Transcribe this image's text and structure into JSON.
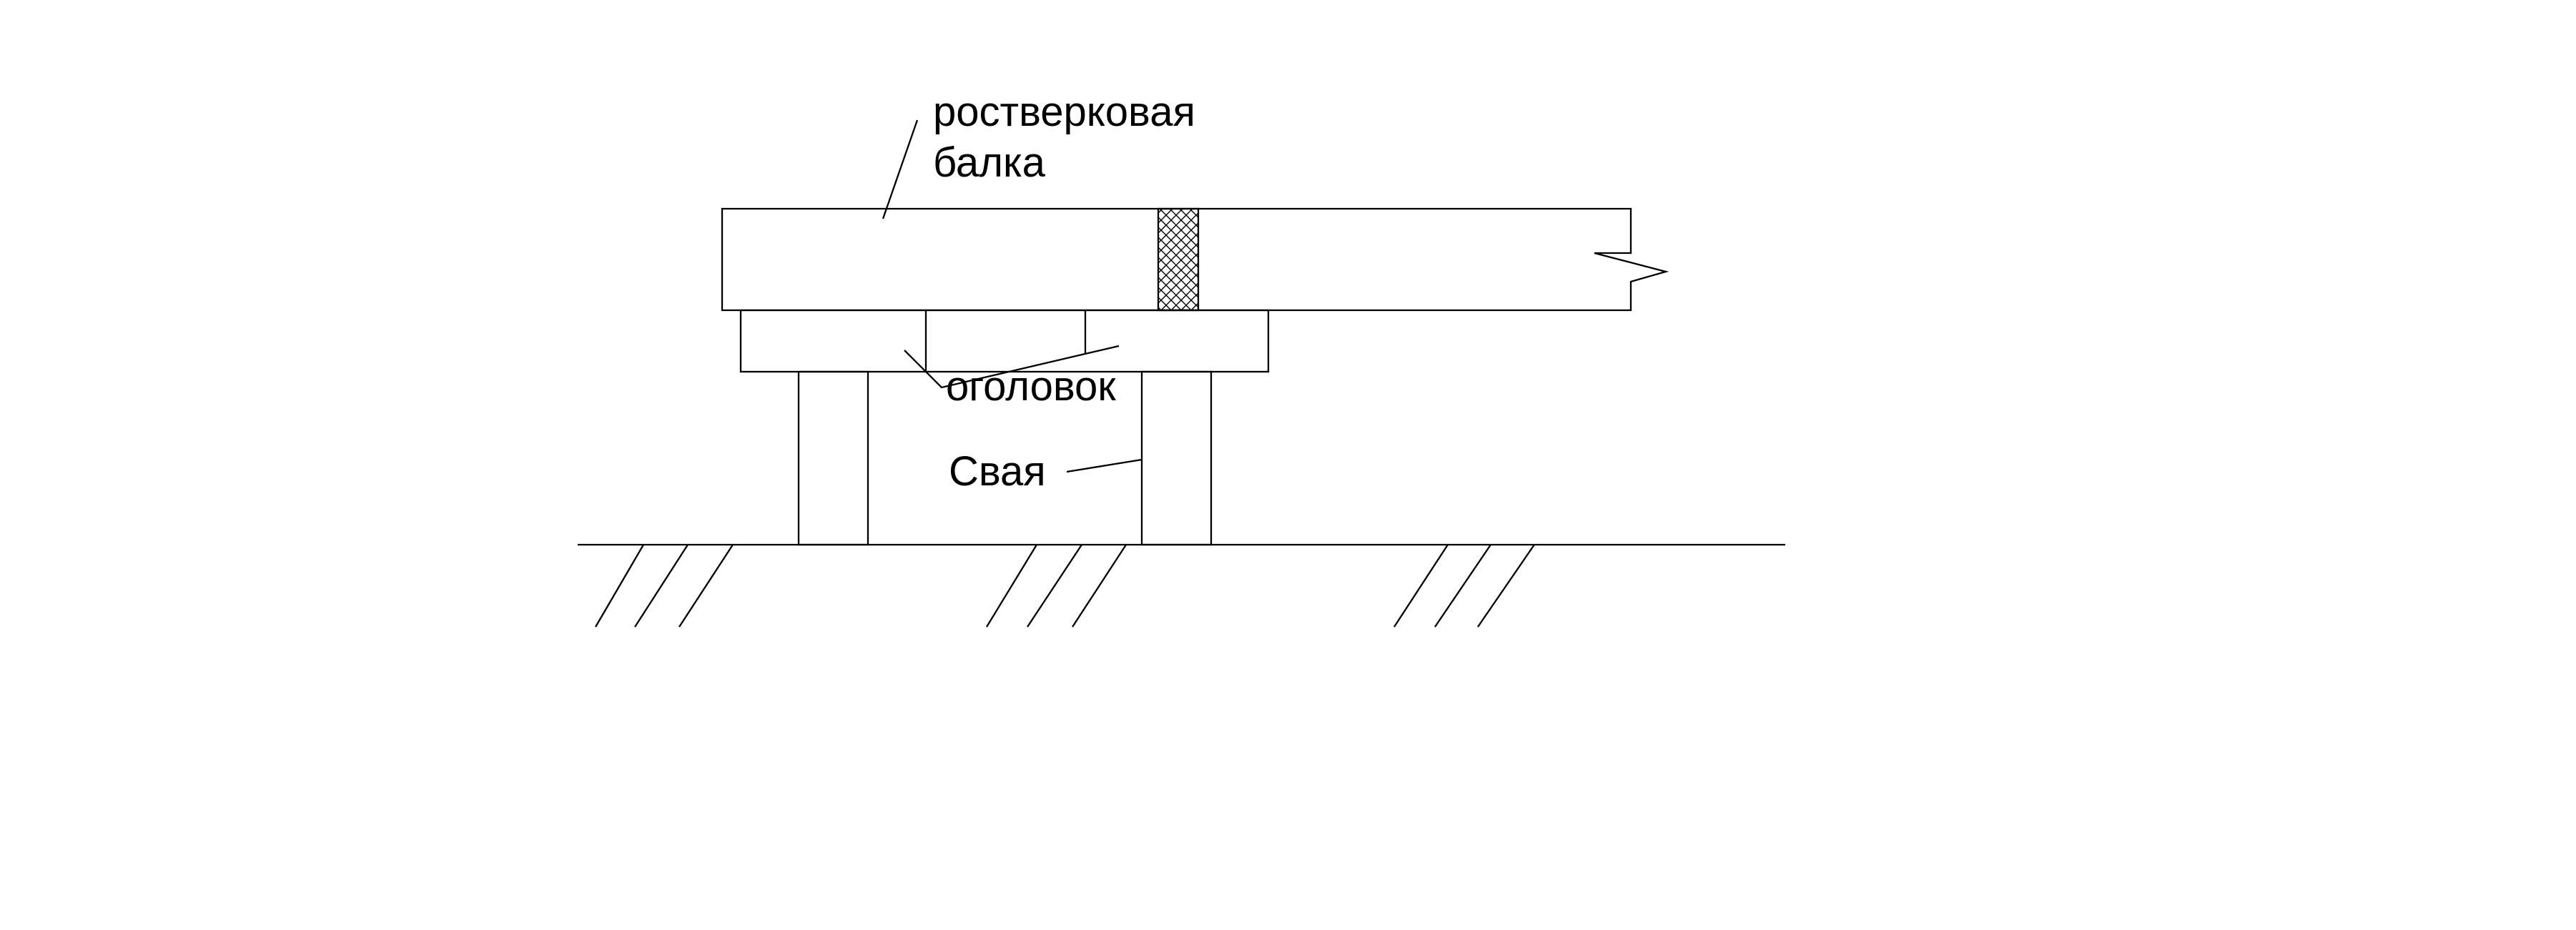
{
  "labels": {
    "beam": [
      "ростверковая",
      "балка"
    ],
    "cap": "оголовок",
    "pile": "Свая"
  },
  "colors": {
    "ink": "#000000",
    "background": "#ffffff"
  }
}
